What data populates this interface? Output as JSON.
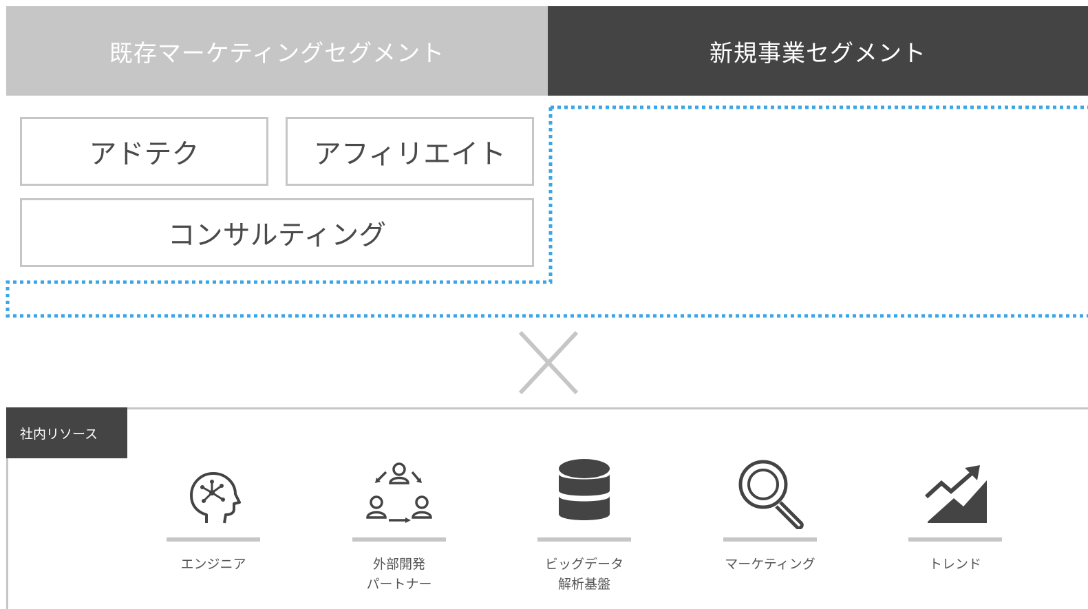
{
  "segments": {
    "existing_label": "既存マーケティングセグメント",
    "new_label": "新規事業セグメント"
  },
  "existing_boxes": [
    "アドテク",
    "アフィリエイト",
    "コンサルティング"
  ],
  "combine_symbol": "cross-icon",
  "resources": {
    "label": "社内リソース",
    "items": [
      {
        "label": "エンジニア",
        "icon": "head-network-icon"
      },
      {
        "label": "外部開発\nパートナー",
        "icon": "team-cycle-icon"
      },
      {
        "label": "ビッグデータ\n解析基盤",
        "icon": "database-icon"
      },
      {
        "label": "マーケティング",
        "icon": "magnifier-icon"
      },
      {
        "label": "トレンド",
        "icon": "trend-up-icon"
      }
    ]
  },
  "colors": {
    "light_gray": "#c6c6c6",
    "dark_gray": "#444444",
    "dotted_blue": "#3aa6e6"
  }
}
